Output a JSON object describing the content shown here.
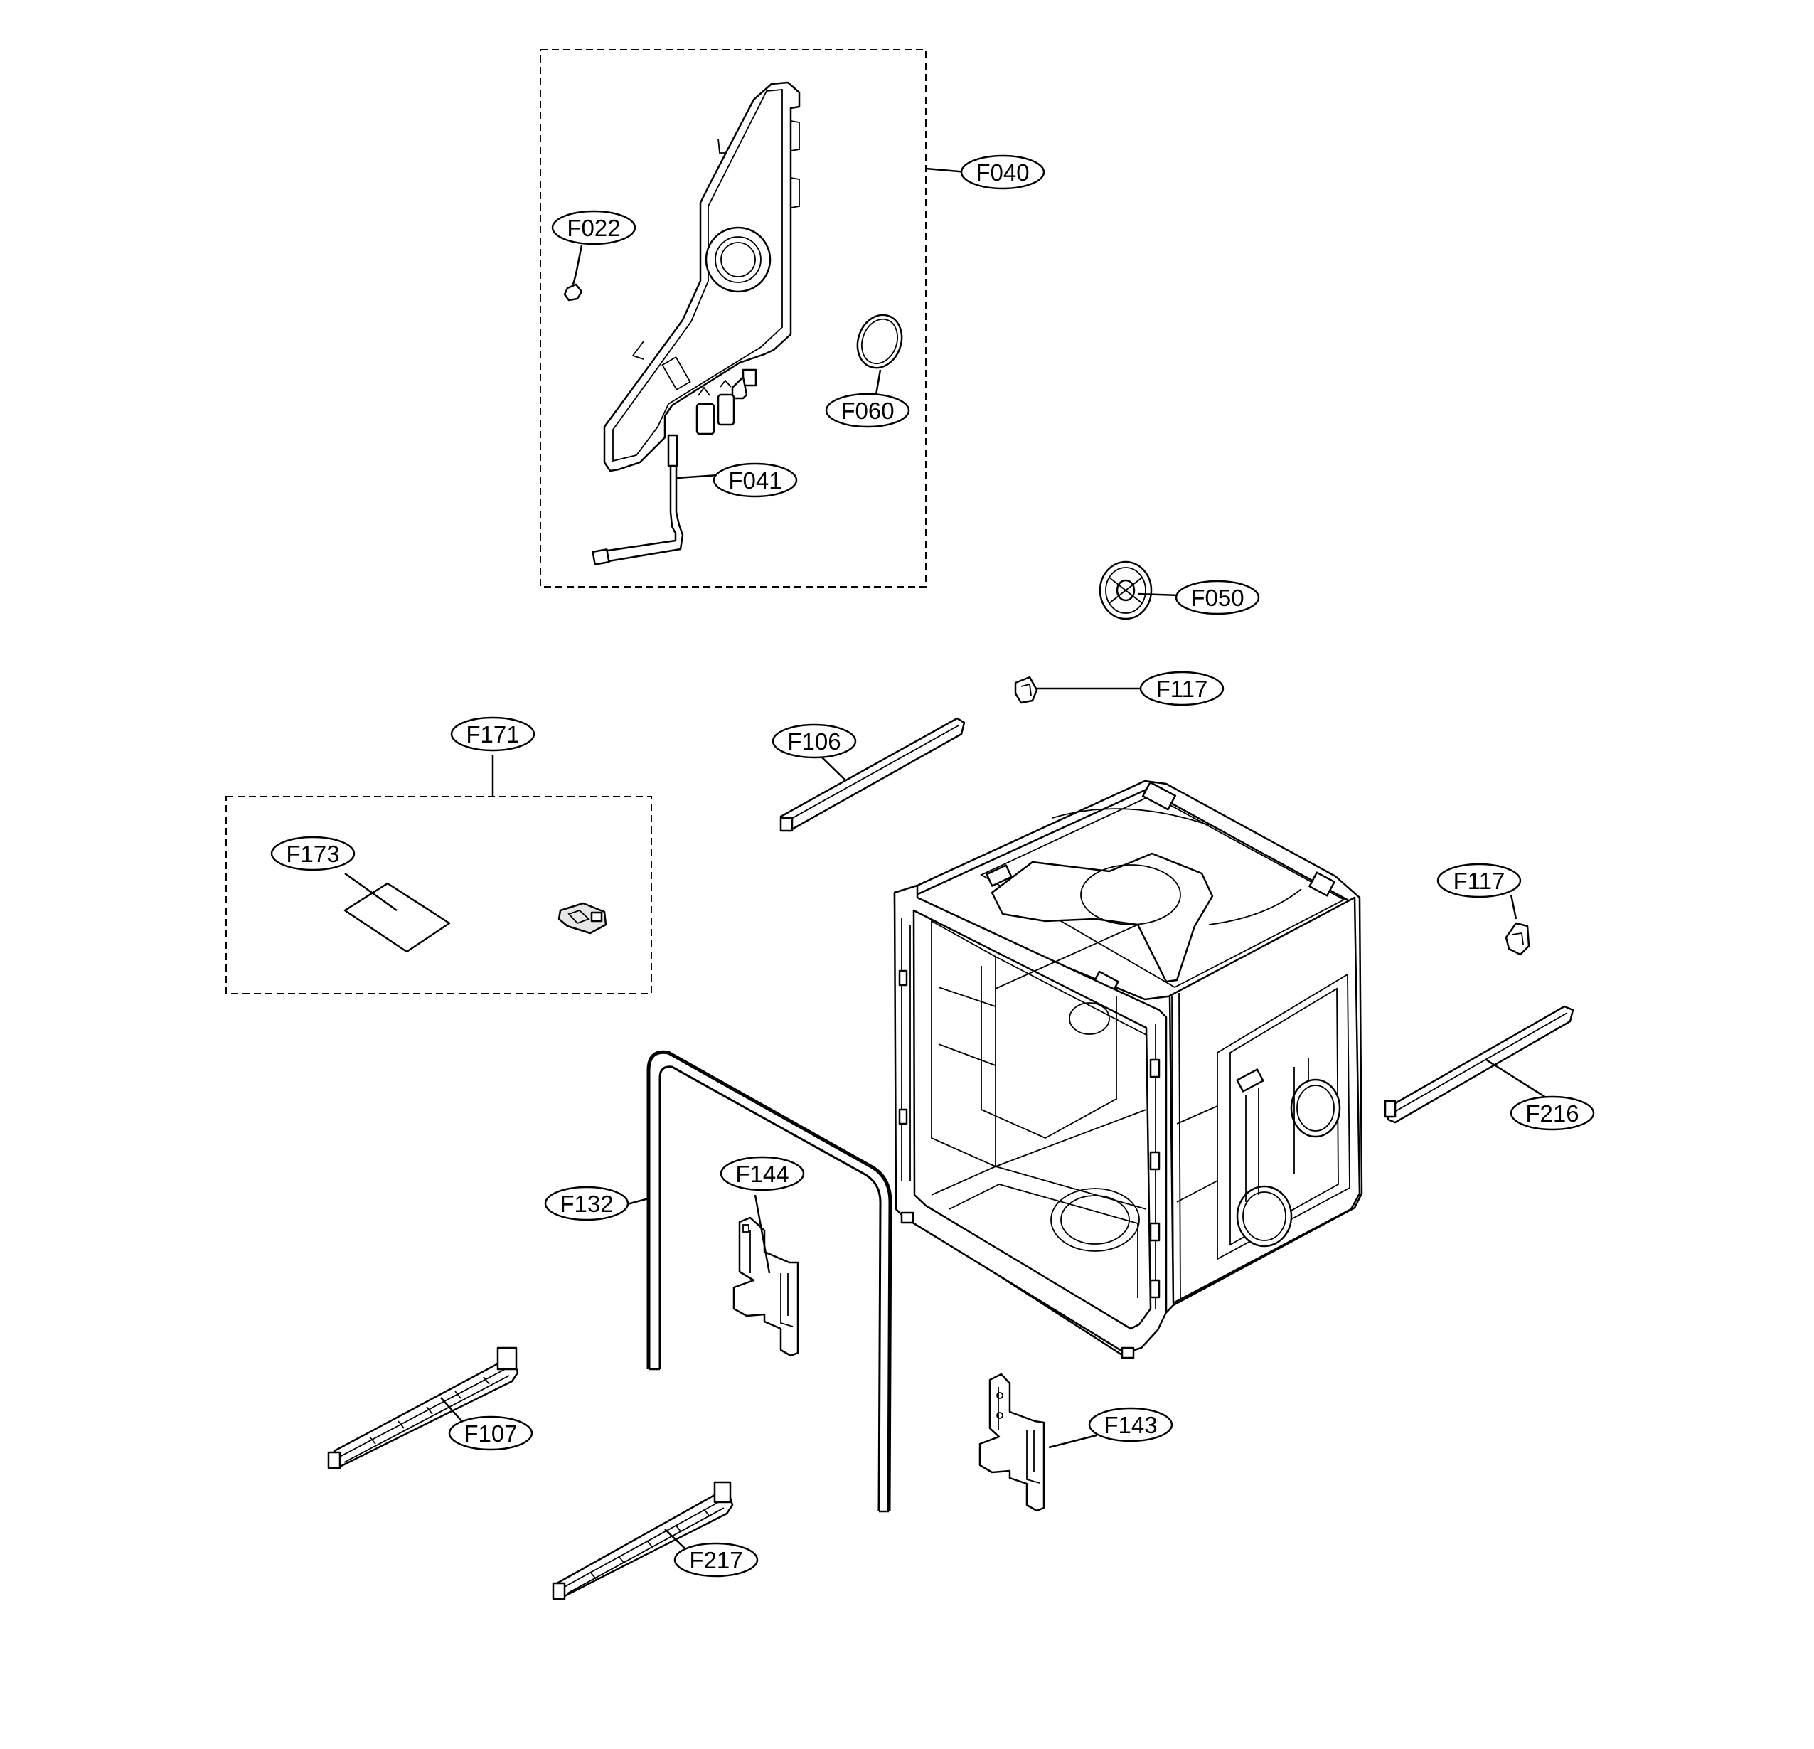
{
  "callouts": {
    "f040": "F040",
    "f022": "F022",
    "f060": "F060",
    "f041": "F041",
    "f050": "F050",
    "f117_top": "F117",
    "f106": "F106",
    "f171": "F171",
    "f173": "F173",
    "f117_right": "F117",
    "f216": "F216",
    "f132": "F132",
    "f144": "F144",
    "f107": "F107",
    "f143": "F143",
    "f217": "F217"
  }
}
